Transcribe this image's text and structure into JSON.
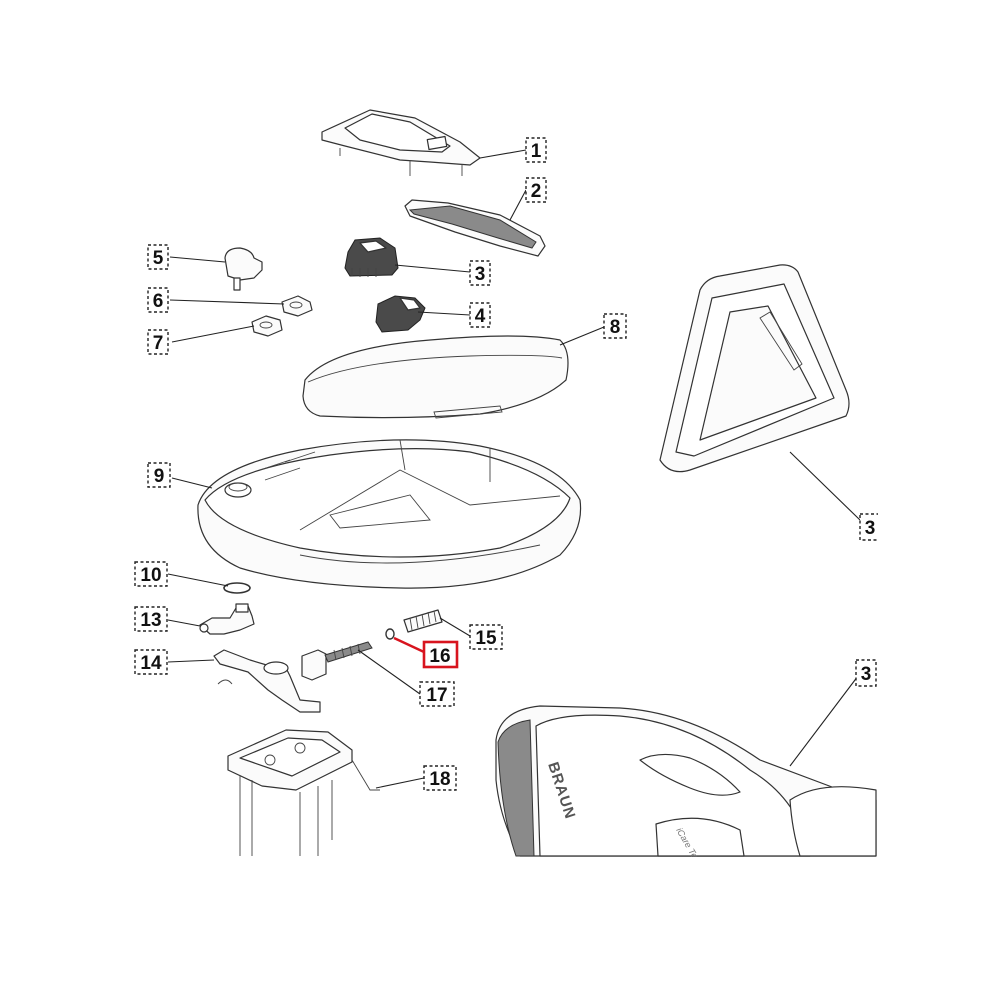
{
  "callouts": [
    {
      "id": "1",
      "label": "1"
    },
    {
      "id": "2",
      "label": "2"
    },
    {
      "id": "3",
      "label": "3"
    },
    {
      "id": "4",
      "label": "4"
    },
    {
      "id": "5",
      "label": "5"
    },
    {
      "id": "6",
      "label": "6"
    },
    {
      "id": "7",
      "label": "7"
    },
    {
      "id": "8",
      "label": "8"
    },
    {
      "id": "9",
      "label": "9"
    },
    {
      "id": "10",
      "label": "10"
    },
    {
      "id": "13",
      "label": "13"
    },
    {
      "id": "14",
      "label": "14"
    },
    {
      "id": "15",
      "label": "15"
    },
    {
      "id": "16",
      "label": "16",
      "highlighted": true
    },
    {
      "id": "17",
      "label": "17"
    },
    {
      "id": "18",
      "label": "18"
    },
    {
      "id": "3x-a",
      "label": "3"
    },
    {
      "id": "3x-b",
      "label": "3"
    }
  ],
  "brand": {
    "logo_text": "BRAUN",
    "product_text": "iCare Techno"
  },
  "colors": {
    "highlight": "#d8141e",
    "line": "#222222"
  }
}
